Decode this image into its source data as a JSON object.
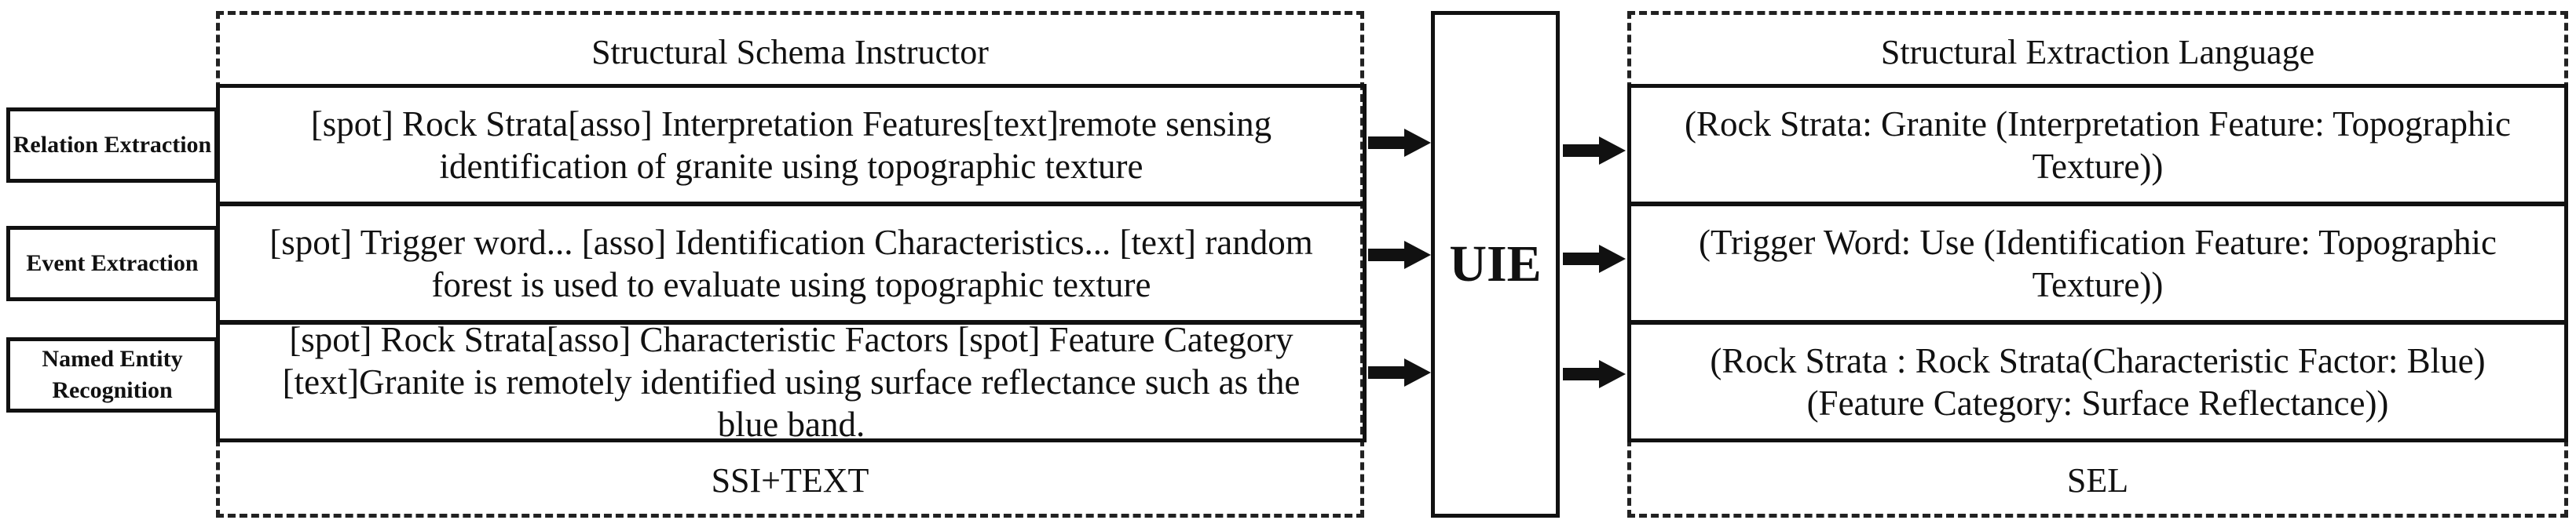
{
  "left_panel": {
    "title": "Structural Schema Instructor",
    "footer": "SSI+TEXT"
  },
  "tasks": [
    {
      "label": "Relation Extraction",
      "input": "[spot] Rock Strata[asso] Interpretation Features[text]remote sensing identification of granite using topographic texture"
    },
    {
      "label": "Event Extraction",
      "input": "[spot] Trigger word... [asso] Identification Characteristics... [text] random forest is used to evaluate using topographic texture"
    },
    {
      "label": "Named Entity Recognition",
      "input": "[spot] Rock Strata[asso] Characteristic Factors [spot] Feature Category [text]Granite is remotely identified using surface reflectance such as the blue band."
    }
  ],
  "model": {
    "label": "UIE"
  },
  "right_panel": {
    "title": "Structural Extraction Language",
    "footer": "SEL"
  },
  "outputs": [
    "(Rock Strata: Granite (Interpretation Feature: Topographic Texture))",
    "(Trigger Word: Use (Identification Feature: Topographic Texture))",
    "(Rock Strata : Rock Strata(Characteristic Factor: Blue) (Feature Category: Surface Reflectance))"
  ],
  "colors": {
    "stroke": "#111111",
    "background": "#ffffff"
  }
}
